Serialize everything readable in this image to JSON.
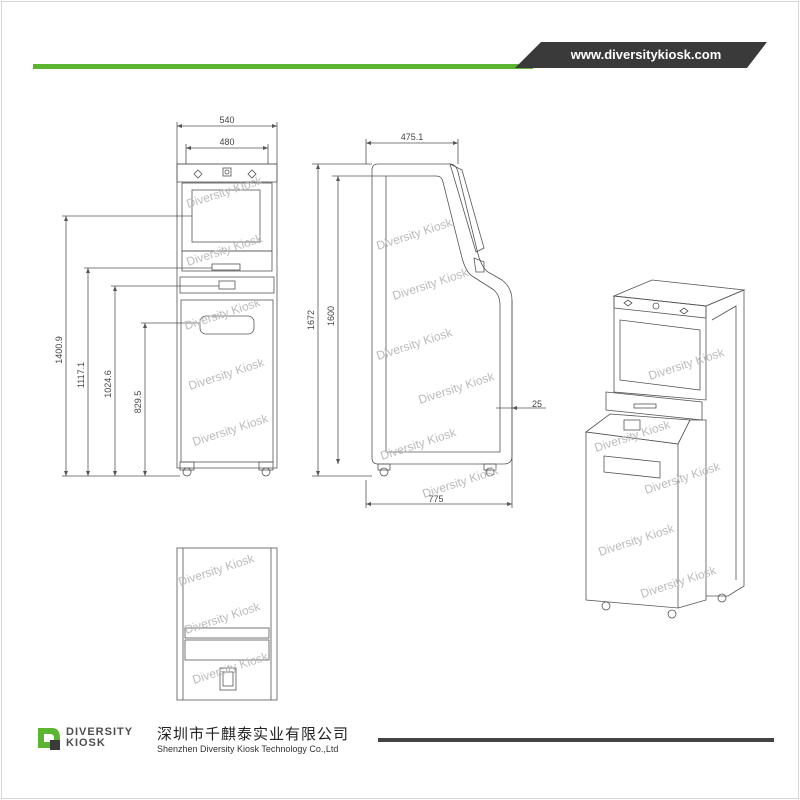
{
  "header": {
    "url": "www.diversitykiosk.com",
    "accent_green": "#5cb531",
    "banner_dark": "#3a3a3a"
  },
  "front_view": {
    "width_outer": "540",
    "width_inner": "480",
    "heights": [
      "1400.9",
      "1117.1",
      "1024.6",
      "829.5"
    ]
  },
  "side_view": {
    "depth_top": "475.1",
    "depth_base": "775",
    "height_total": "1672",
    "height_body": "1600",
    "offset": "25"
  },
  "watermark": "Diversity Kiosk",
  "footer": {
    "logo_line1": "DIVERSITY",
    "logo_line2": "KIOSK",
    "company_cn": "深圳市千麒泰实业有限公司",
    "company_en": "Shenzhen Diversity Kiosk Technology Co.,Ltd"
  }
}
